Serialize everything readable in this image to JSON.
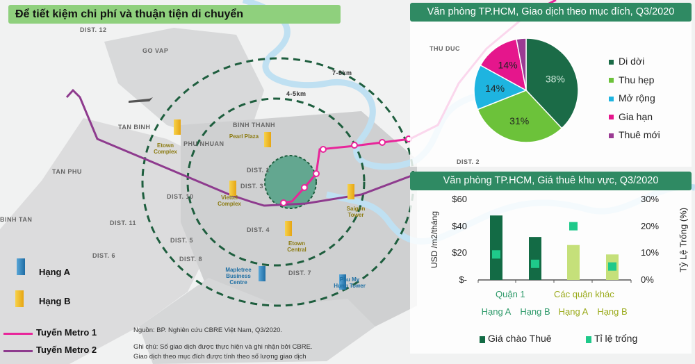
{
  "title": "Để tiết kiệm chi phí và thuận tiện di chuyển",
  "map": {
    "district_labels": [
      "DIST. 12",
      "GO VAP",
      "TAN BINH",
      "PHU NHUAN",
      "BINH THANH",
      "TAN PHU",
      "BINH TAN",
      "DIST. 10",
      "DIST. 3",
      "DIST. 1",
      "DIST. 11",
      "DIST. 5",
      "DIST. 6",
      "DIST. 8",
      "DIST. 4",
      "DIST. 7",
      "THU DUC",
      "DIST. 2"
    ],
    "ring_labels": [
      "4-5km",
      "7-8km"
    ],
    "buildings": [
      {
        "name": "Etown Complex",
        "grade": "B"
      },
      {
        "name": "Pearl Plaza",
        "grade": "B"
      },
      {
        "name": "Viettel Complex",
        "grade": "B"
      },
      {
        "name": "Saigon Tower",
        "grade": "B"
      },
      {
        "name": "Etown Central",
        "grade": "B"
      },
      {
        "name": "Mapletree Business Centre",
        "grade": "A"
      },
      {
        "name": "Phu My Hung Tower",
        "grade": "A"
      }
    ],
    "legend": {
      "grade_a": "Hạng A",
      "grade_b": "Hạng B",
      "metro1": "Tuyến Metro 1",
      "metro2": "Tuyến Metro 2"
    },
    "colors": {
      "metro1": "#e8259a",
      "metro2": "#8e3b8e",
      "ring": "#1e5e3e",
      "river": "#bfe0f2"
    }
  },
  "source": "Nguồn: BP. Nghiên cứu CBRE Việt Nam, Q3/2020.",
  "notes": [
    "Ghi chú: Số giao dịch được thực hiện và ghi nhận bởi CBRE.",
    "Giao dịch theo mục đích được tính theo số lượng giao dịch"
  ],
  "chart_data": [
    {
      "type": "pie",
      "title": "Văn phòng TP.HCM, Giao dịch theo mục đích, Q3/2020",
      "legend_position": "right",
      "slices": [
        {
          "name": "Di dời",
          "value": 38,
          "label": "38%",
          "color": "#1b6b47"
        },
        {
          "name": "Thu hẹp",
          "value": 31,
          "label": "31%",
          "color": "#6cc23a"
        },
        {
          "name": "Mở rộng",
          "value": 14,
          "label": "14%",
          "color": "#1eb4e0"
        },
        {
          "name": "Gia hạn",
          "value": 14,
          "label": "14%",
          "color": "#e5168c"
        },
        {
          "name": "Thuê mới",
          "value": 3,
          "label": "",
          "color": "#9b3b93"
        }
      ]
    },
    {
      "type": "bar",
      "title": "Văn phòng TP.HCM, Giá thuê khu vực, Q3/2020",
      "ylabel": "USD /m2/tháng",
      "y2label": "Tỷ Lệ Trống (%)",
      "ylim": [
        0,
        60
      ],
      "y2lim": [
        0,
        30
      ],
      "yticks": [
        "$60",
        "$40",
        "$20",
        "$-"
      ],
      "y2ticks": [
        "30%",
        "20%",
        "10%",
        "0%"
      ],
      "groups": [
        {
          "label": "Quận 1",
          "color": "#1e8a5a"
        },
        {
          "label": "Các quận khác",
          "color": "#a6c23a"
        }
      ],
      "categories": [
        "Hạng A",
        "Hạng B",
        "Hạng A",
        "Hạng B"
      ],
      "category_group": [
        0,
        0,
        1,
        1
      ],
      "series": [
        {
          "name": "Giá chào Thuê",
          "axis": "left",
          "values": [
            48,
            32,
            26,
            19
          ],
          "colors": [
            "#136b45",
            "#136b45",
            "#c5e07a",
            "#c5e07a"
          ]
        },
        {
          "name": "Tỉ lệ trống",
          "axis": "right",
          "type": "marker",
          "values": [
            9.5,
            6,
            20,
            5
          ],
          "color": "#1fc98a"
        }
      ],
      "legend_position": "bottom"
    }
  ]
}
